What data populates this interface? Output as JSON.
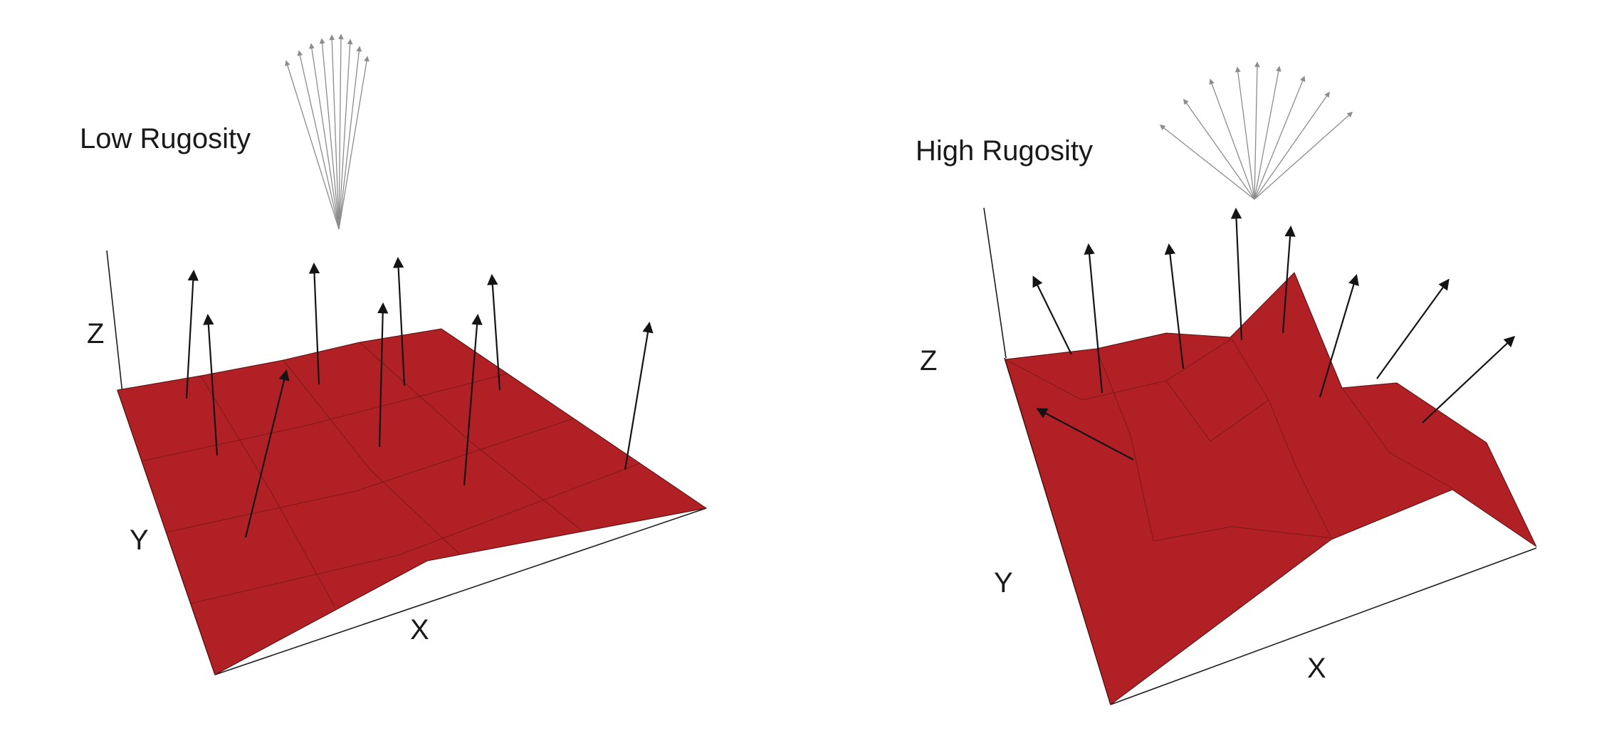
{
  "figure": {
    "colors": {
      "background": "#ffffff",
      "surface": "#b12025",
      "mesh": "#55100f",
      "normal": "#141414",
      "bundle": "#8c8c8c",
      "axis": "#1c1c1c",
      "text": "#1a1a1a"
    },
    "panels": [
      {
        "id": "low-rugosity",
        "title": "Low Rugosity",
        "axis_labels": {
          "x": "X",
          "y": "Y",
          "z": "Z"
        }
      },
      {
        "id": "high-rugosity",
        "title": "High Rugosity",
        "axis_labels": {
          "x": "X",
          "y": "Y",
          "z": "Z"
        }
      }
    ]
  }
}
